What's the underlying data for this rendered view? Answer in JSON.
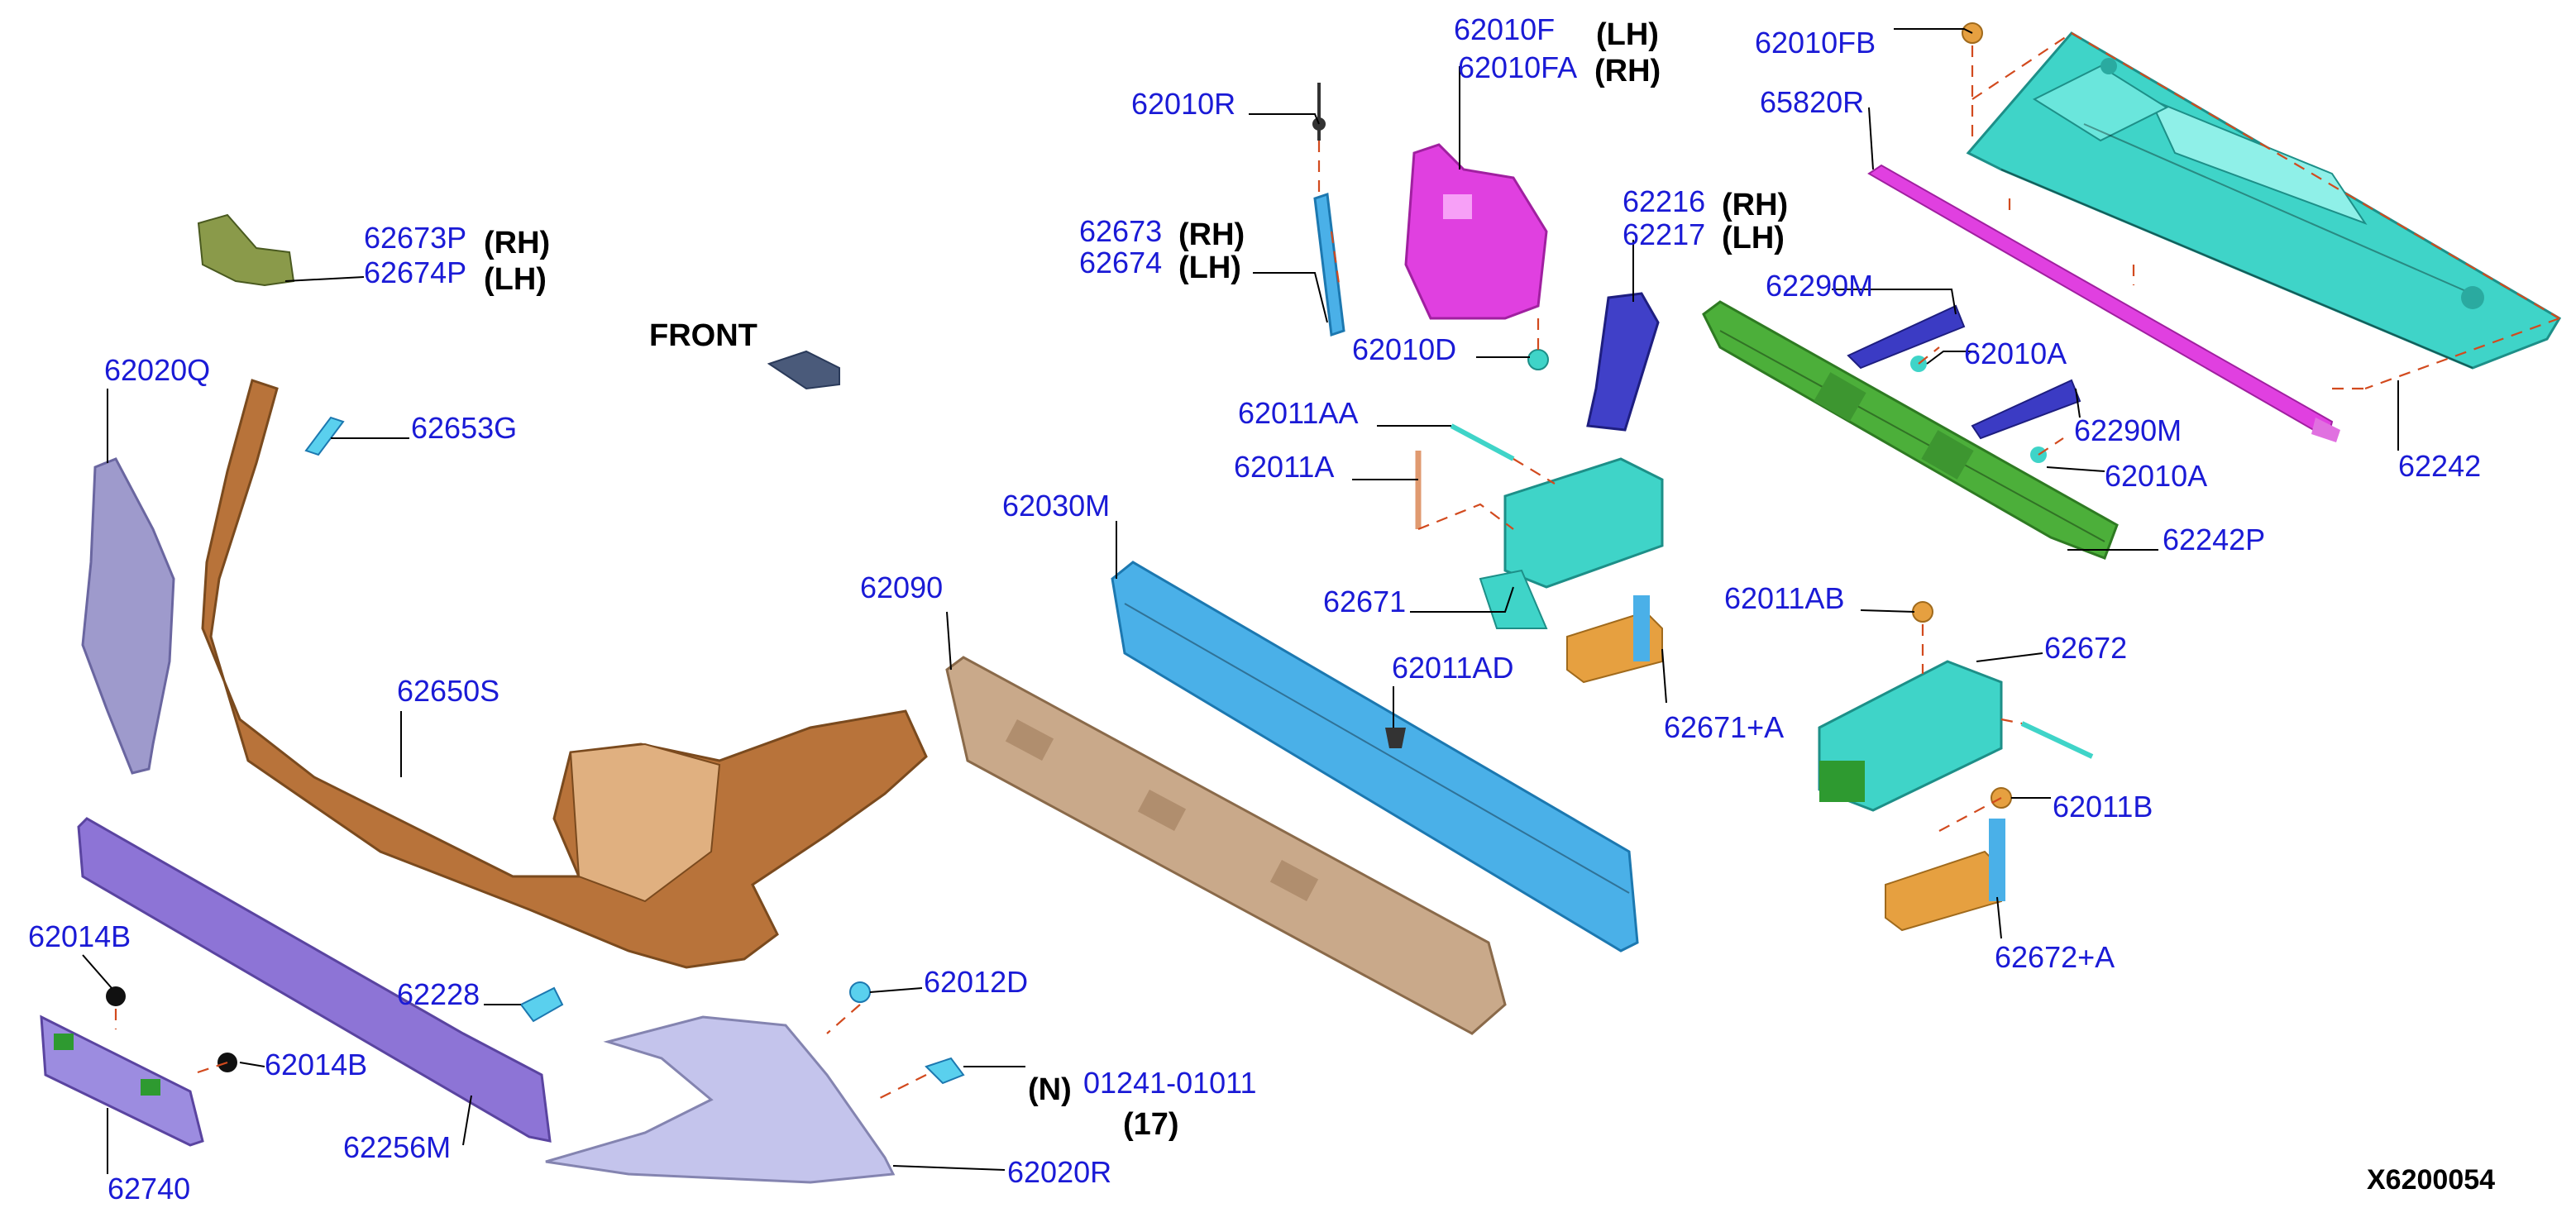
{
  "diagram": {
    "front_label": "FRONT",
    "drawing_code": "X6200054",
    "colors": {
      "label": "#1a1ad6",
      "leader": "#000000",
      "dash": "#d24a1e",
      "bumper_fascia": "#b8733a",
      "energy_absorber": "#c9a98a",
      "reinforcement": "#4ab0e8",
      "upper_panel": "#3fd4c8",
      "lower_support": "#4caf3a",
      "side_piece": "#9e9acc",
      "grille": "#8d74d6",
      "lower_cover": "#c4c4ec",
      "license_bracket": "#9c8ce0",
      "bracket": "#e040e0",
      "retainer": "#3b3bc4",
      "crash_box": "#3fd4c8",
      "foam": "#e6a040"
    },
    "labels": {
      "p62010F": "62010F",
      "p62010F_side": "(LH)",
      "p62010FA": "62010FA",
      "p62010FA_side": "(RH)",
      "p62010FB": "62010FB",
      "p65820R": "65820R",
      "p62010R": "62010R",
      "p62673": "62673",
      "p62673_side": "(RH)",
      "p62674": "62674",
      "p62674_side": "(LH)",
      "p62216": "62216",
      "p62216_side": "(RH)",
      "p62217": "62217",
      "p62217_side": "(LH)",
      "p62290M_a": "62290M",
      "p62010A_a": "62010A",
      "p62290M_b": "62290M",
      "p62010A_b": "62010A",
      "p62242": "62242",
      "p62242P": "62242P",
      "p62010D": "62010D",
      "p62011AA": "62011AA",
      "p62011A": "62011A",
      "p62030M": "62030M",
      "p62090": "62090",
      "p62671": "62671",
      "p62011AD": "62011AD",
      "p62671A": "62671+A",
      "p62011AB": "62011AB",
      "p62672": "62672",
      "p62011B": "62011B",
      "p62672A": "62672+A",
      "p62673P": "62673P",
      "p62673P_side": "(RH)",
      "p62674P": "62674P",
      "p62674P_side": "(LH)",
      "p62020Q": "62020Q",
      "p62653G": "62653G",
      "p62650S": "62650S",
      "p62014B_a": "62014B",
      "p62014B_b": "62014B",
      "p62228": "62228",
      "p62012D": "62012D",
      "p62740": "62740",
      "p62256M": "62256M",
      "p62020R": "62020R",
      "p01241_prefix": "(N)",
      "p01241": "01241-01011",
      "p01241_qty": "(17)"
    }
  }
}
